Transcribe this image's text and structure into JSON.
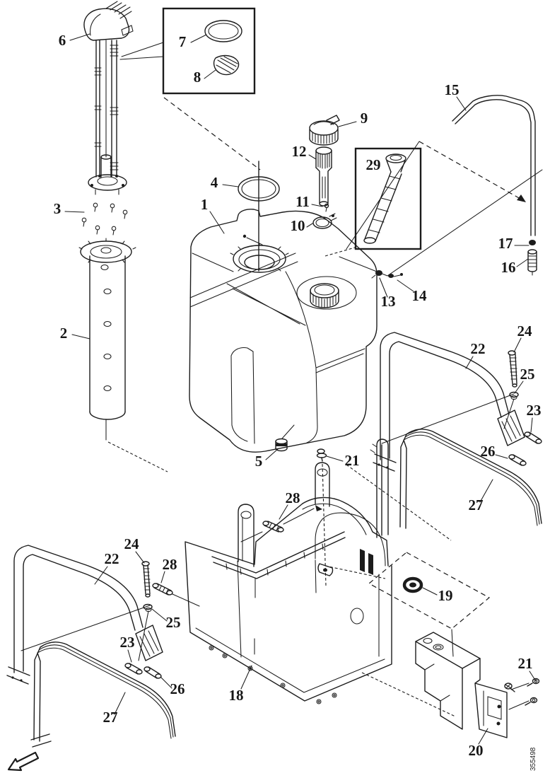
{
  "figure": {
    "kind": "exploded-parts-diagram",
    "paper_color": "#ffffff",
    "ink_color": "#1c1c1c"
  },
  "drawing_code": "355498",
  "callouts": [
    {
      "label": "6"
    },
    {
      "label": "7"
    },
    {
      "label": "8"
    },
    {
      "label": "3"
    },
    {
      "label": "2"
    },
    {
      "label": "4"
    },
    {
      "label": "1"
    },
    {
      "label": "9"
    },
    {
      "label": "12"
    },
    {
      "label": "11"
    },
    {
      "label": "10"
    },
    {
      "label": "29"
    },
    {
      "label": "15"
    },
    {
      "label": "17"
    },
    {
      "label": "16"
    },
    {
      "label": "13"
    },
    {
      "label": "14"
    },
    {
      "label": "5"
    },
    {
      "label": "21"
    },
    {
      "label": "28"
    },
    {
      "label": "22"
    },
    {
      "label": "24"
    },
    {
      "label": "25"
    },
    {
      "label": "23"
    },
    {
      "label": "26"
    },
    {
      "label": "27"
    },
    {
      "label": "22"
    },
    {
      "label": "24"
    },
    {
      "label": "28"
    },
    {
      "label": "25"
    },
    {
      "label": "23"
    },
    {
      "label": "26"
    },
    {
      "label": "27"
    },
    {
      "label": "18"
    },
    {
      "label": "19"
    },
    {
      "label": "20"
    },
    {
      "label": "21"
    }
  ]
}
